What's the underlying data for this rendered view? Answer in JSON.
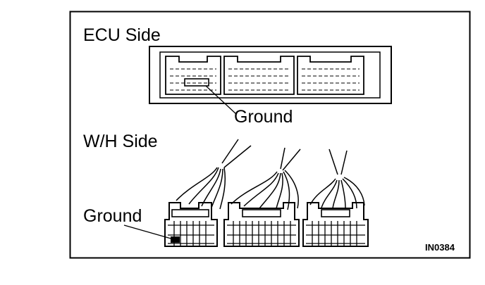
{
  "diagram": {
    "ecu_side_label": "ECU Side",
    "ecu_ground_label": "Ground",
    "wh_side_label": "W/H Side",
    "wh_ground_label": "Ground",
    "figure_code": "IN0384"
  },
  "colors": {
    "line": "#000000",
    "background": "#ffffff"
  }
}
